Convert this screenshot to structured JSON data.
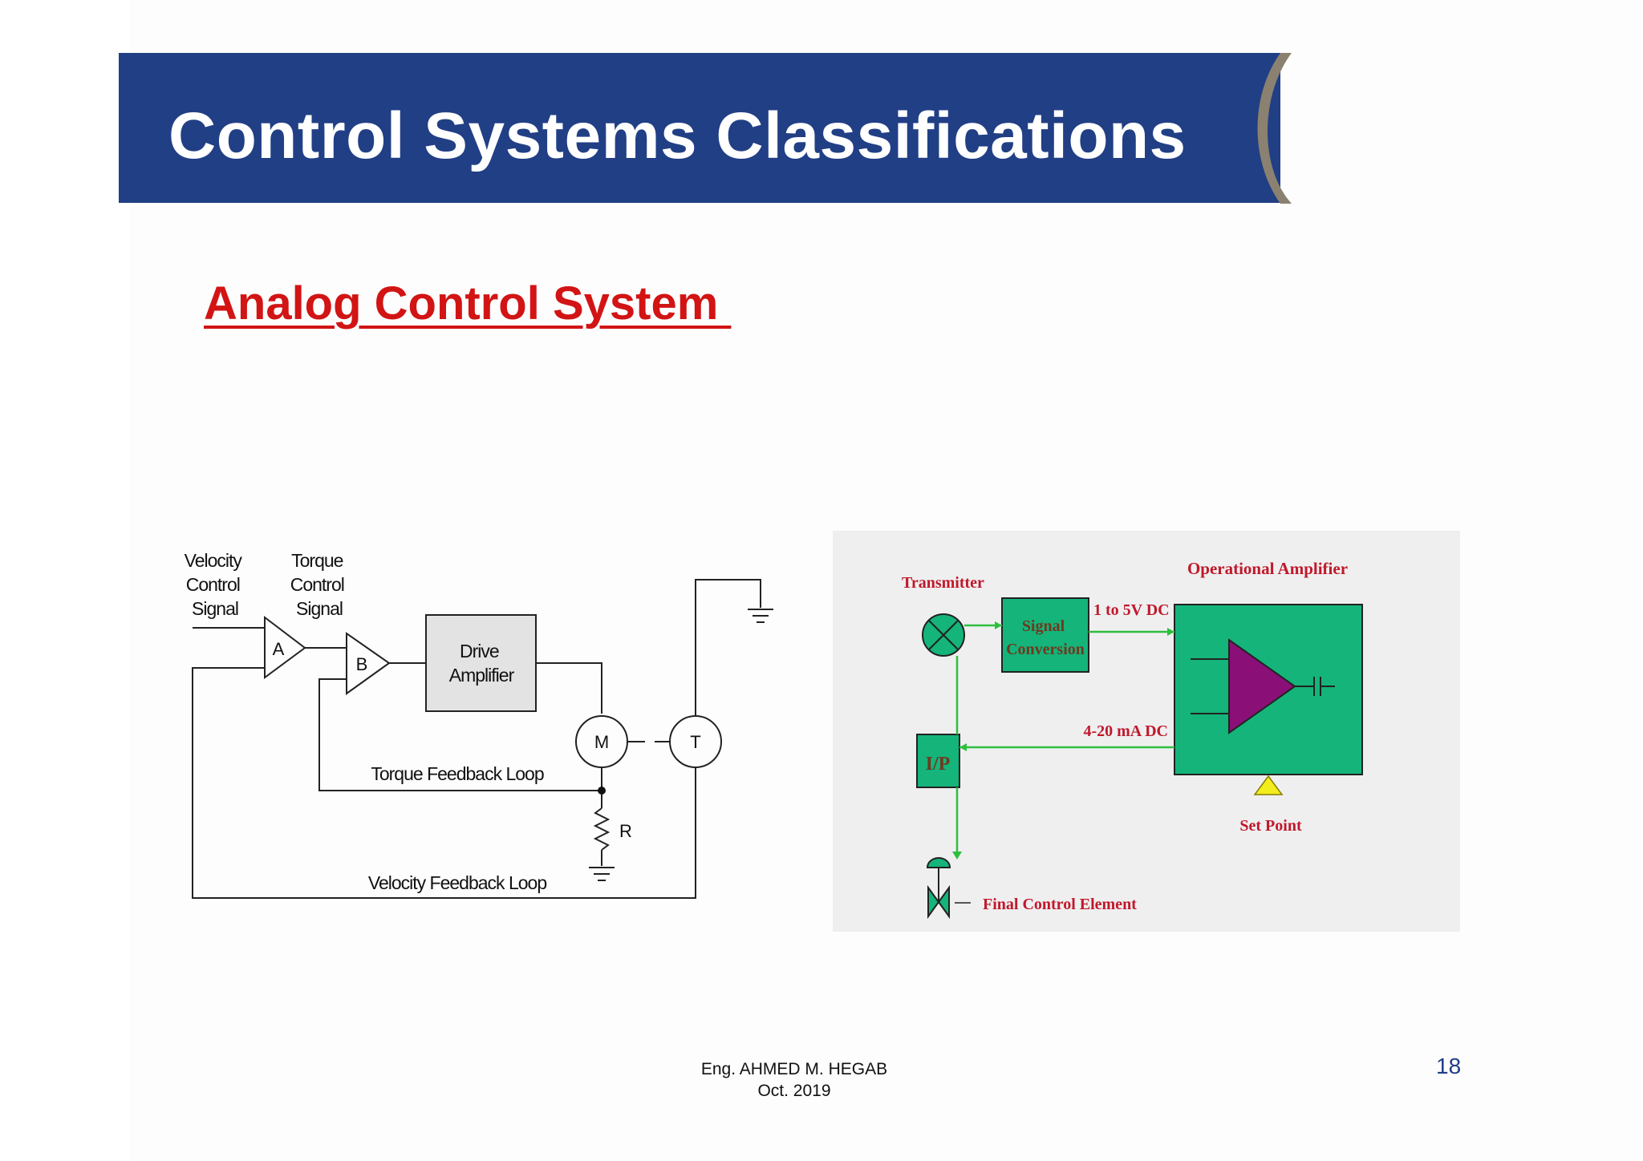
{
  "slide": {
    "title": "Control Systems Classifications",
    "section_heading": "Analog Control System ",
    "footer_author_line1": "Eng. AHMED M. HEGAB",
    "footer_author_line2": "Oct.  2019",
    "page_number": "18"
  },
  "left_diagram": {
    "velocity_control_signal": [
      "Velocity",
      "Control",
      "Signal"
    ],
    "torque_control_signal": [
      "Torque",
      "Control",
      "Signal"
    ],
    "amp_a": "A",
    "amp_b": "B",
    "drive_amplifier": [
      "Drive",
      "Amplifier"
    ],
    "motor": "M",
    "tachometer": "T",
    "resistor": "R",
    "torque_feedback_loop": "Torque Feedback Loop",
    "velocity_feedback_loop": "Velocity Feedback Loop"
  },
  "right_diagram": {
    "transmitter": "Transmitter",
    "signal_conversion": [
      "Signal",
      "Conversion"
    ],
    "voltage_signal": "1 to 5V DC",
    "operational_amplifier": "Operational Amplifier",
    "current_signal": "4-20 mA DC",
    "ip_converter": "I/P",
    "set_point": "Set Point",
    "final_control_element": "Final Control Element"
  },
  "colors": {
    "banner_blue": "#213f85",
    "heading_red": "#d21414",
    "panel_bg": "#efeff0",
    "block_green": "#14b47a",
    "label_red": "#c0192b",
    "opamp_purple": "#8a1077",
    "setpoint_yellow": "#f2ee1e",
    "page_number_blue": "#1f3d8a"
  }
}
